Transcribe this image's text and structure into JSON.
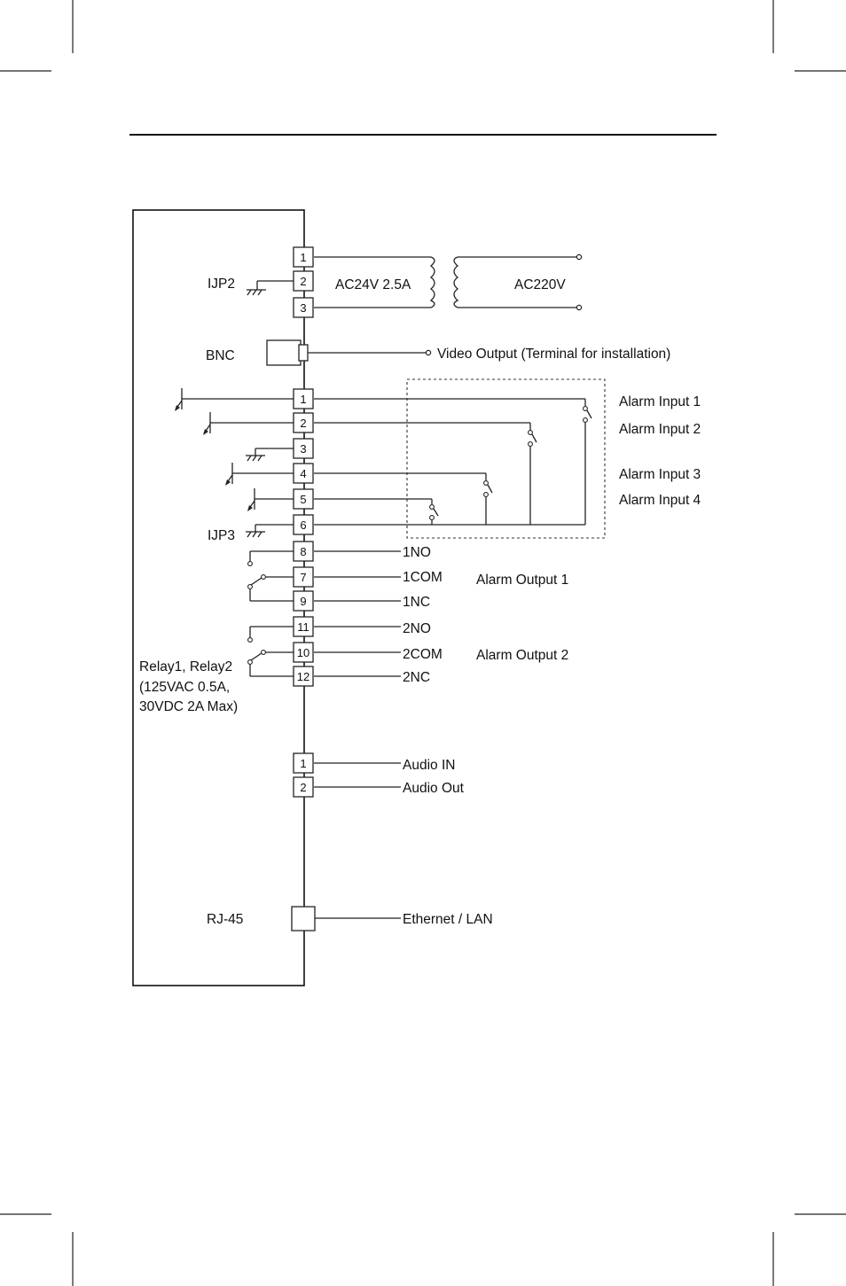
{
  "diagram": {
    "power": {
      "connector": "IJP2",
      "terminals": [
        "1",
        "2",
        "3"
      ],
      "secondary": "AC24V 2.5A",
      "primary": "AC220V"
    },
    "video": {
      "connector": "BNC",
      "label": "Video Output (Terminal for installation)"
    },
    "alarm_inputs": {
      "connector": "IJP3",
      "terminals": [
        "1",
        "2",
        "3",
        "4",
        "5",
        "6"
      ],
      "labels": [
        "Alarm Input 1",
        "Alarm Input 2",
        "Alarm Input 3",
        "Alarm Input 4"
      ]
    },
    "relays": {
      "terminals": [
        "8",
        "7",
        "9",
        "11",
        "10",
        "12"
      ],
      "signals": [
        "1NO",
        "1COM",
        "1NC",
        "2NO",
        "2COM",
        "2NC"
      ],
      "outputs": [
        "Alarm Output 1",
        "Alarm Output 2"
      ],
      "rating": [
        "Relay1, Relay2",
        "(125VAC 0.5A,",
        "30VDC 2A Max)"
      ]
    },
    "audio": {
      "terminals": [
        "1",
        "2"
      ],
      "labels": [
        "Audio IN",
        "Audio Out"
      ]
    },
    "network": {
      "connector": "RJ-45",
      "label": "Ethernet / LAN"
    }
  }
}
